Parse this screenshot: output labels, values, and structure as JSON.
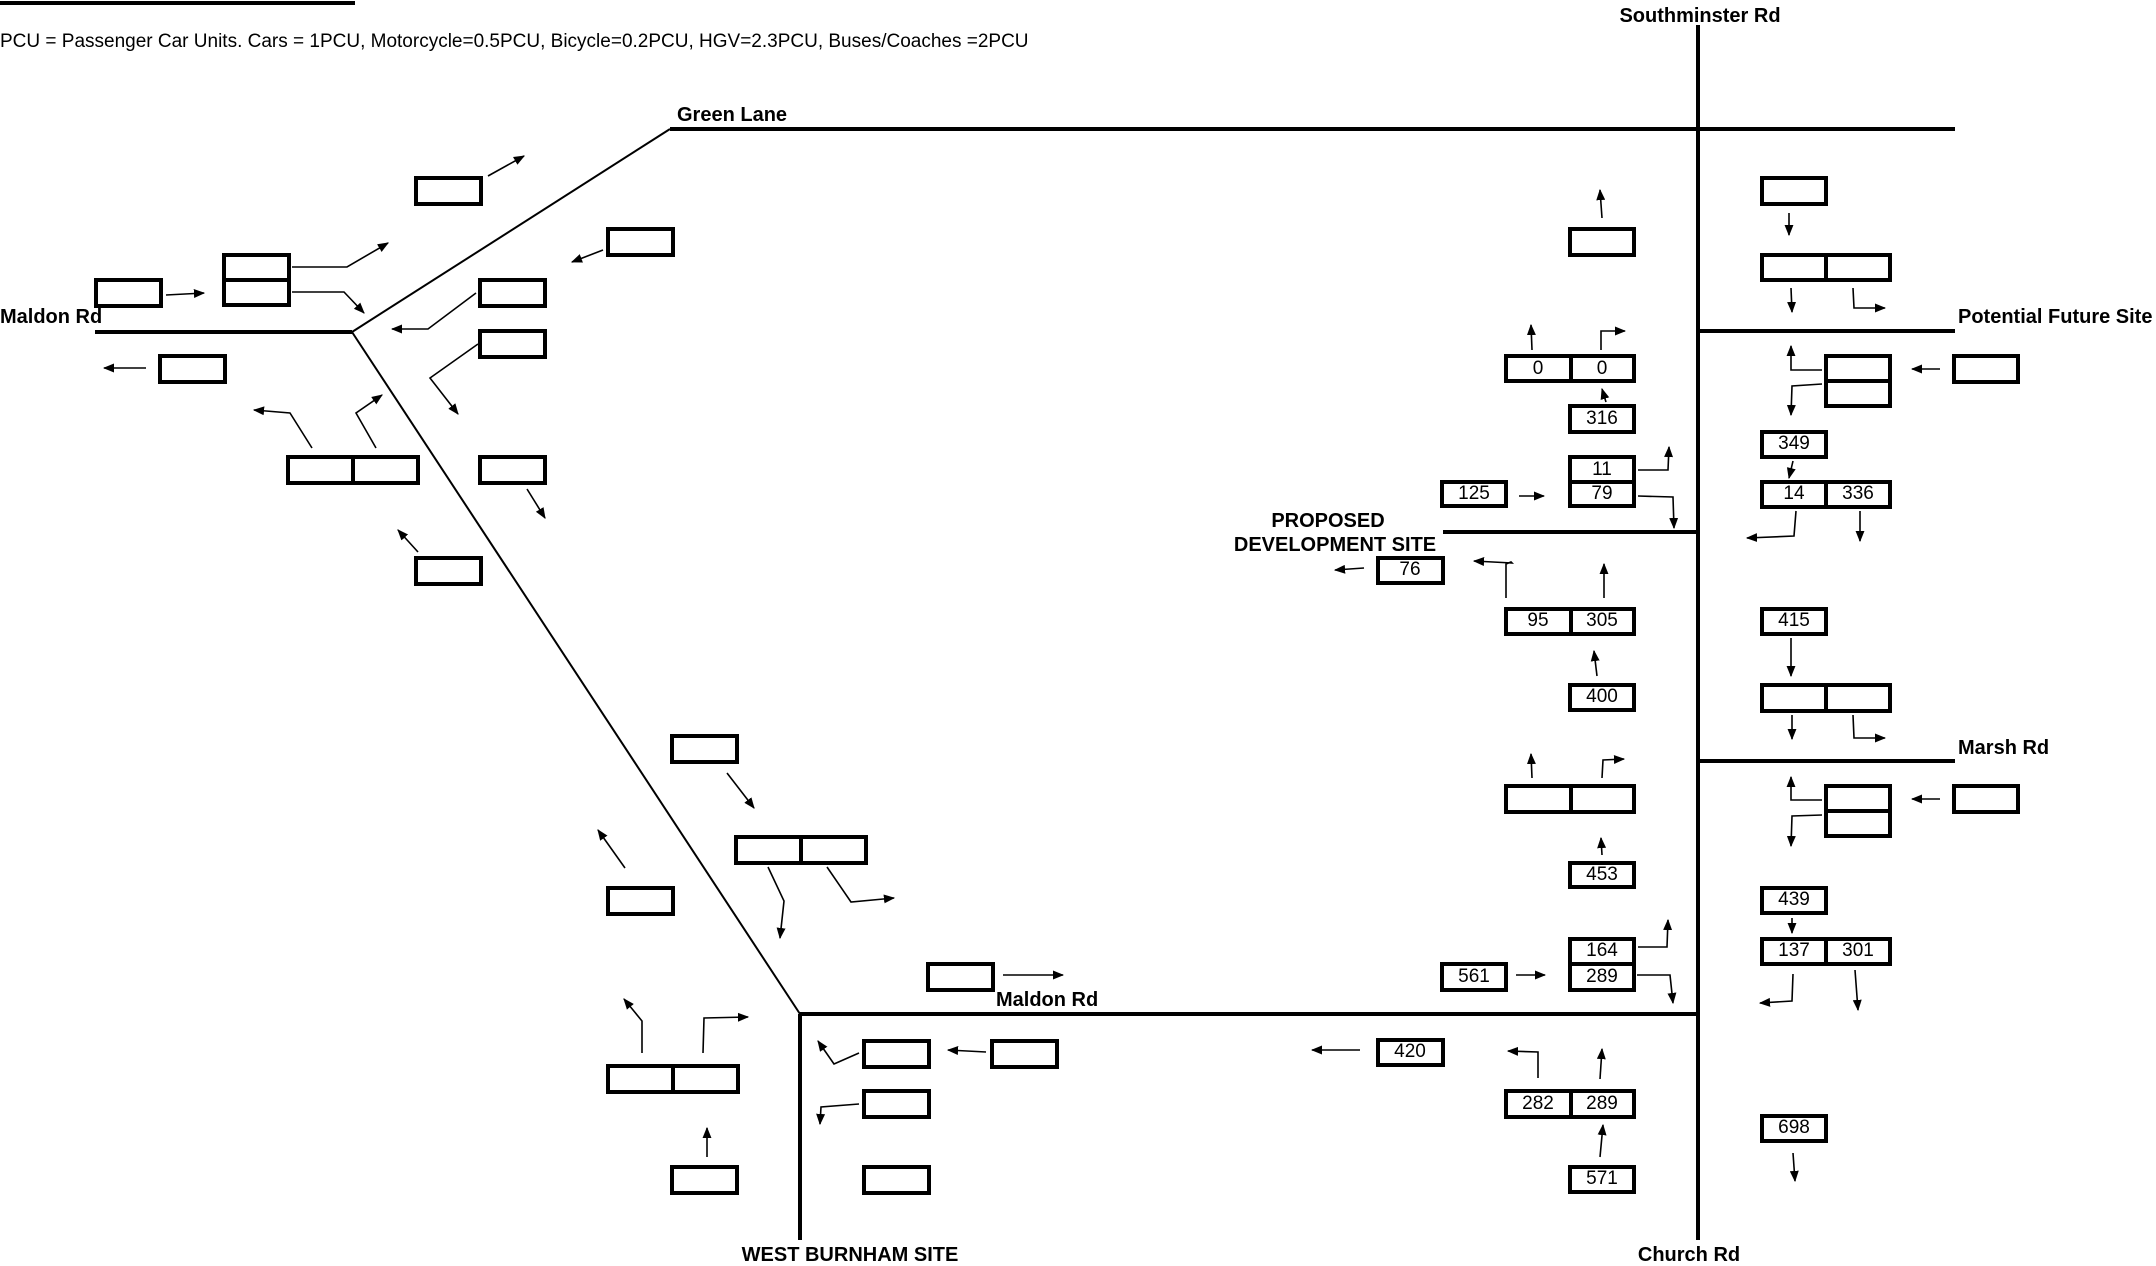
{
  "note": "PCU = Passenger Car Units. Cars = 1PCU, Motorcycle=0.5PCU, Bicycle=0.2PCU, HGV=2.3PCU, Buses/Coaches =2PCU",
  "labels": {
    "southminster_rd": "Southminster Rd",
    "green_lane": "Green Lane",
    "maldon_rd_west": "Maldon Rd",
    "potential_future_site": "Potential Future Site",
    "proposed_site_line1": "PROPOSED",
    "proposed_site_line2": "DEVELOPMENT SITE",
    "marsh_rd": "Marsh Rd",
    "maldon_rd_south": "Maldon Rd",
    "west_burnham_site": "WEST BURNHAM SITE",
    "church_rd": "Church Rd"
  },
  "flows": {
    "site_in_left": "0",
    "site_in_right": "0",
    "site_in_total": "316",
    "site_approach_right": "11",
    "site_approach_straight": "79",
    "site_approach_from_west": "125",
    "site_exit": "76",
    "south_approach_left": "95",
    "south_approach_straight": "305",
    "south_approach_total": "400",
    "north_approach_total": "349",
    "north_approach_left": "14",
    "north_approach_straight": "336",
    "marsh_north_total": "415",
    "church_upstream": "453",
    "church_approach_right": "164",
    "church_approach_straight": "289",
    "maldon_approach_total": "561",
    "southbound_total": "439",
    "southbound_left": "137",
    "southbound_straight": "301",
    "maldon_exit_west": "420",
    "church_approach_left": "282",
    "church_approach_total": "571",
    "church_exit_south": "698"
  }
}
